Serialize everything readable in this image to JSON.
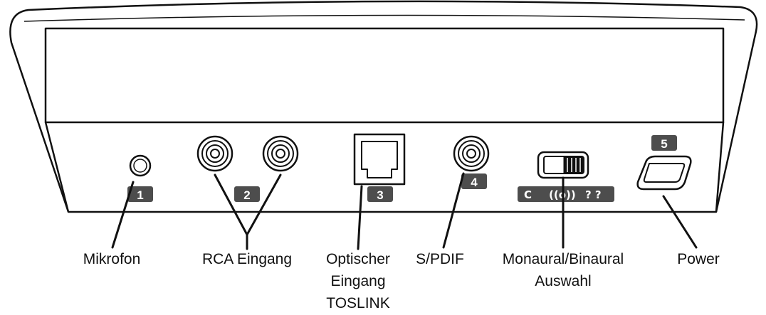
{
  "callouts": [
    {
      "number": "1",
      "label": "Mikrofon"
    },
    {
      "number": "2",
      "label": "RCA Eingang"
    },
    {
      "number": "3",
      "label_lines": [
        "Optischer",
        "Eingang",
        "TOSLINK"
      ]
    },
    {
      "number": "4",
      "label": "S/PDIF"
    },
    {
      "number": "5",
      "label": "Power"
    }
  ],
  "switch_label_lines": [
    "Monaural/Binaural",
    "Auswahl"
  ],
  "switch_symbols": [
    "ear-left-icon",
    "wireless-icon",
    "ears-both-icon"
  ],
  "colors": {
    "line": "#111111",
    "badge": "#4d4d4d",
    "background": "#ffffff"
  }
}
